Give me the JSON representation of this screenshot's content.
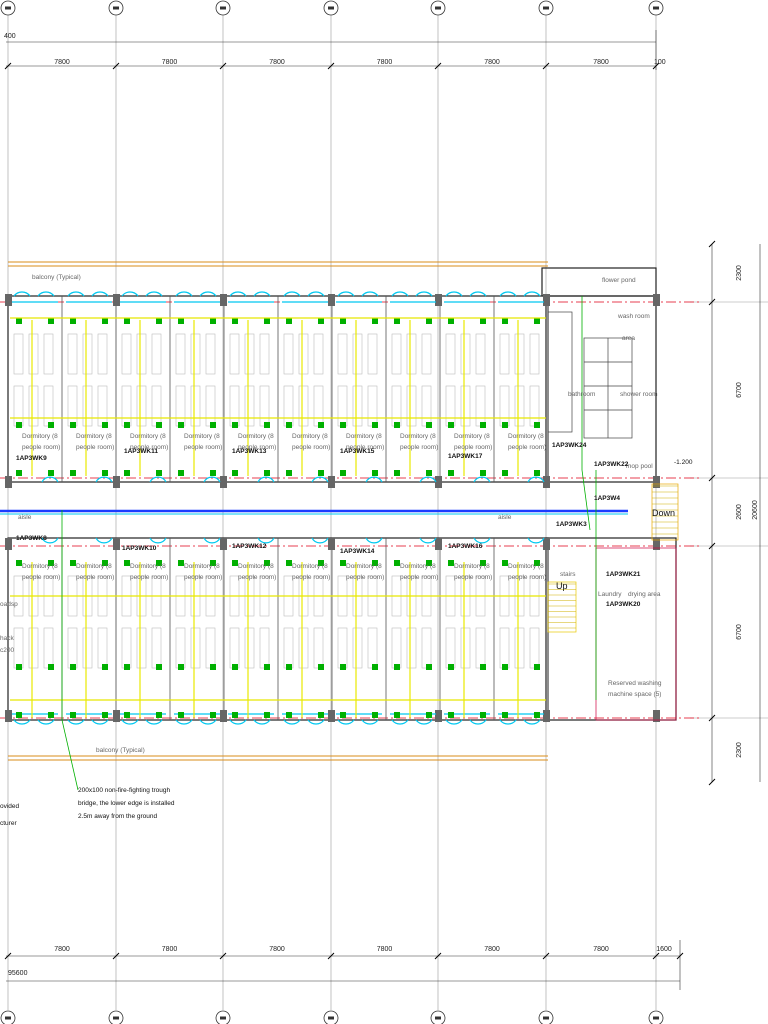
{
  "dimensions": {
    "top_corner": "400",
    "top_spans": [
      "7800",
      "7800",
      "7800",
      "7800",
      "7800",
      "7800"
    ],
    "top_end": "100",
    "bottom_spans": [
      "7800",
      "7800",
      "7800",
      "7800",
      "7800",
      "7800",
      "1600"
    ],
    "bottom_total": "95600",
    "right_spans": [
      "2300",
      "6700",
      "2600",
      "6700",
      "2300"
    ],
    "right_total": "20600"
  },
  "labels": {
    "balcony_top": "balcony (Typical)",
    "balcony_bottom": "balcony (Typical)",
    "aisle_left": "aisle",
    "aisle_mid": "aisle",
    "flower_pond": "flower pond",
    "wash_room": "wash room",
    "toilet_area": "area",
    "bathroom": "bathroom",
    "shower_room": "shower room",
    "mop_pool": "mop pool",
    "elevation": "-1.200",
    "down": "Down",
    "stairs": "stairs",
    "up": "Up",
    "laundry": "Laundry",
    "drying_area": "drying area",
    "reserved_line1": "Reserved washing",
    "reserved_line2": "machine space (5)",
    "left_frag1": "ovided",
    "left_frag2": "cturer",
    "left_frag3": "hack",
    "left_frag4": "c200",
    "left_frag5": "oadsp"
  },
  "dorm_line1": "Dormitory (8",
  "dorm_line2": "people room)",
  "panels": [
    "1AP3WK9",
    "1AP3WK11",
    "1AP3WK13",
    "1AP3WK15",
    "1AP3WK17",
    "1AP3WK8",
    "1AP3WK10",
    "1AP3WK12",
    "1AP3WK14",
    "1AP3WK16",
    "1AP3WK24",
    "1AP3WK22",
    "1AP3W4",
    "1AP3WK3",
    "1AP3WK21",
    "1AP3WK20"
  ],
  "tray_note": [
    "200x100 non-fire-fighting trough",
    "bridge, the lower edge is installed",
    "2.5m away from the ground"
  ],
  "colors": {
    "axis": "#e0001a",
    "wall": "#222222",
    "window": "#00c8f0",
    "fixture": "#00b000",
    "cable": "#e8e800",
    "balcony": "#d98c1a",
    "aisle_line": "#1a3cff"
  }
}
